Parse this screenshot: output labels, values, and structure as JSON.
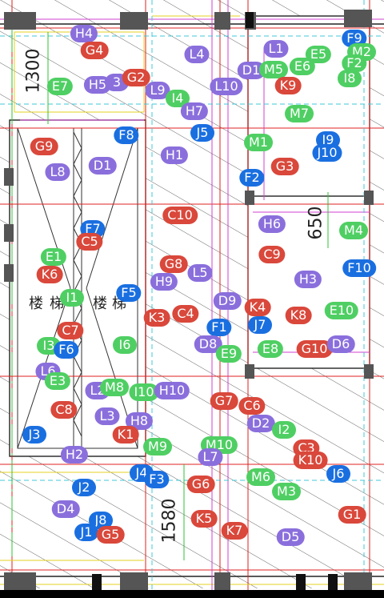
{
  "dimensions": [
    {
      "key": "d1300",
      "text": "1300"
    },
    {
      "key": "d650",
      "text": "650"
    },
    {
      "key": "d1580",
      "text": "1580"
    }
  ],
  "stair_labels": [
    "楼",
    "梯",
    "楼",
    "梯"
  ],
  "colors": {
    "red": "#d9483b",
    "green": "#4fcf63",
    "purple": "#8a6fdc",
    "blue": "#1a6fe0"
  },
  "markers": [
    {
      "label": "H4",
      "color": "purple"
    },
    {
      "label": "G4",
      "color": "red"
    },
    {
      "label": "E7",
      "color": "green"
    },
    {
      "label": "H5",
      "color": "purple"
    },
    {
      "label": "3",
      "color": "purple"
    },
    {
      "label": "G2",
      "color": "red"
    },
    {
      "label": "L9",
      "color": "purple"
    },
    {
      "label": "I4",
      "color": "green"
    },
    {
      "label": "L4",
      "color": "purple"
    },
    {
      "label": "L10",
      "color": "purple"
    },
    {
      "label": "H7",
      "color": "purple"
    },
    {
      "label": "J5",
      "color": "blue"
    },
    {
      "label": "F8",
      "color": "blue"
    },
    {
      "label": "H1",
      "color": "purple"
    },
    {
      "label": "G9",
      "color": "red"
    },
    {
      "label": "D1",
      "color": "purple"
    },
    {
      "label": "L8",
      "color": "purple"
    },
    {
      "label": "L1",
      "color": "purple"
    },
    {
      "label": "D1",
      "color": "purple"
    },
    {
      "label": "M5",
      "color": "green"
    },
    {
      "label": "E5",
      "color": "green"
    },
    {
      "label": "E6",
      "color": "green"
    },
    {
      "label": "F9",
      "color": "blue"
    },
    {
      "label": "M2",
      "color": "green"
    },
    {
      "label": "F2",
      "color": "green"
    },
    {
      "label": "I8",
      "color": "green"
    },
    {
      "label": "K9",
      "color": "red"
    },
    {
      "label": "M7",
      "color": "green"
    },
    {
      "label": "M1",
      "color": "green"
    },
    {
      "label": "J9",
      "color": "blue"
    },
    {
      "label": "J10",
      "color": "blue"
    },
    {
      "label": "G3",
      "color": "red"
    },
    {
      "label": "F2",
      "color": "blue"
    },
    {
      "label": "C10",
      "color": "red"
    },
    {
      "label": "H6",
      "color": "purple"
    },
    {
      "label": "M4",
      "color": "green"
    },
    {
      "label": "F7",
      "color": "blue"
    },
    {
      "label": "C5",
      "color": "red"
    },
    {
      "label": "E1",
      "color": "green"
    },
    {
      "label": "K6",
      "color": "red"
    },
    {
      "label": "C9",
      "color": "red"
    },
    {
      "label": "F10",
      "color": "blue"
    },
    {
      "label": "G8",
      "color": "red"
    },
    {
      "label": "L5",
      "color": "purple"
    },
    {
      "label": "H9",
      "color": "purple"
    },
    {
      "label": "H3",
      "color": "purple"
    },
    {
      "label": "F5",
      "color": "blue"
    },
    {
      "label": "I1",
      "color": "green"
    },
    {
      "label": "K3",
      "color": "red"
    },
    {
      "label": "C4",
      "color": "red"
    },
    {
      "label": "D9",
      "color": "purple"
    },
    {
      "label": "K4",
      "color": "red"
    },
    {
      "label": "K8",
      "color": "red"
    },
    {
      "label": "E10",
      "color": "green"
    },
    {
      "label": "C7",
      "color": "red"
    },
    {
      "label": "F1",
      "color": "blue"
    },
    {
      "label": "J7",
      "color": "blue"
    },
    {
      "label": "I3",
      "color": "green"
    },
    {
      "label": "F6",
      "color": "blue"
    },
    {
      "label": "I6",
      "color": "green"
    },
    {
      "label": "D8",
      "color": "purple"
    },
    {
      "label": "E9",
      "color": "green"
    },
    {
      "label": "E8",
      "color": "green"
    },
    {
      "label": "G10",
      "color": "red"
    },
    {
      "label": "D6",
      "color": "purple"
    },
    {
      "label": "L6",
      "color": "purple"
    },
    {
      "label": "E3",
      "color": "green"
    },
    {
      "label": "L2",
      "color": "purple"
    },
    {
      "label": "M8",
      "color": "green"
    },
    {
      "label": "I10",
      "color": "green"
    },
    {
      "label": "H10",
      "color": "purple"
    },
    {
      "label": "G7",
      "color": "red"
    },
    {
      "label": "C6",
      "color": "red"
    },
    {
      "label": "C8",
      "color": "red"
    },
    {
      "label": "L3",
      "color": "purple"
    },
    {
      "label": "H8",
      "color": "purple"
    },
    {
      "label": "D2",
      "color": "purple"
    },
    {
      "label": "I2",
      "color": "green"
    },
    {
      "label": "J3",
      "color": "blue"
    },
    {
      "label": "K1",
      "color": "red"
    },
    {
      "label": "M9",
      "color": "green"
    },
    {
      "label": "M10",
      "color": "green"
    },
    {
      "label": "L7",
      "color": "purple"
    },
    {
      "label": "C3",
      "color": "red"
    },
    {
      "label": "K10",
      "color": "red"
    },
    {
      "label": "H2",
      "color": "purple"
    },
    {
      "label": "J4",
      "color": "blue"
    },
    {
      "label": "F3",
      "color": "blue"
    },
    {
      "label": "M6",
      "color": "green"
    },
    {
      "label": "J6",
      "color": "blue"
    },
    {
      "label": "J2",
      "color": "blue"
    },
    {
      "label": "G6",
      "color": "red"
    },
    {
      "label": "M3",
      "color": "green"
    },
    {
      "label": "D4",
      "color": "purple"
    },
    {
      "label": "J8",
      "color": "blue"
    },
    {
      "label": "K5",
      "color": "red"
    },
    {
      "label": "G1",
      "color": "red"
    },
    {
      "label": "J1",
      "color": "blue"
    },
    {
      "label": "G5",
      "color": "red"
    },
    {
      "label": "K7",
      "color": "red"
    },
    {
      "label": "D5",
      "color": "purple"
    }
  ]
}
